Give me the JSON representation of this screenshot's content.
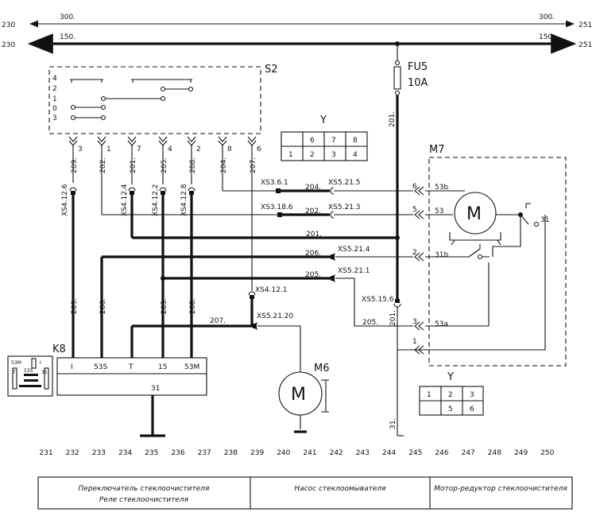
{
  "buses": {
    "top_left_num": "230",
    "top_right_num": "251",
    "wire300": "300.",
    "wire150": "150."
  },
  "switch": {
    "name": "S2",
    "positions": [
      "4",
      "2",
      "1",
      "0",
      "3"
    ],
    "pins": [
      "3",
      "1",
      "7",
      "4",
      "2",
      "8",
      "6"
    ]
  },
  "fuse": {
    "name": "FU5",
    "rating": "10A"
  },
  "connectors": {
    "xs4_12_6": "XS4.12.6",
    "xs4_12_4": "XS4.12.4",
    "xs4_12_2": "XS4.12.2",
    "xs4_12_8": "XS4.12.8",
    "xs3_6_1": "XS3.6.1",
    "xs5_21_5": "XS5.21.5",
    "xs3_18_6": "XS3.18.6",
    "xs5_21_3": "XS5.21.3",
    "xs5_21_4": "XS5.21.4",
    "xs5_21_1": "XS5.21.1",
    "xs5_15_6": "XS5.15.6",
    "xs4_12_1": "XS4.12.1",
    "xs5_21_20": "XS5.21.20"
  },
  "wires": {
    "w209": "209.",
    "w202": "202.",
    "w201": "201.",
    "w205": "205.",
    "w208": "208.",
    "w204": "204.",
    "w207": "207.",
    "w206": "206.",
    "w31": "31.",
    "w209b": "209.",
    "w206b": "206.",
    "w205b": "205.",
    "w208b": "208.",
    "w201b": "201."
  },
  "relay": {
    "name": "K8",
    "terminals": [
      "I",
      "53S",
      "T",
      "15",
      "53M"
    ],
    "ground": "31",
    "mini_labels": [
      "53M",
      "I",
      "T",
      "53S",
      "31"
    ]
  },
  "pump": {
    "name": "M6",
    "symbol": "M"
  },
  "motor": {
    "name": "M7",
    "symbol": "M",
    "pins": [
      "6",
      "5",
      "2",
      "3",
      "1"
    ],
    "terminals": [
      "53b",
      "53",
      "31b",
      "53a"
    ],
    "term31": "31"
  },
  "plug_top": {
    "key": "Y",
    "row1": [
      "6",
      "7",
      "8"
    ],
    "row2": [
      "1",
      "2",
      "3",
      "4"
    ]
  },
  "plug_bottom": {
    "key": "Y",
    "row1": [
      "1",
      "2",
      "3"
    ],
    "row2": [
      "5",
      "6"
    ]
  },
  "grid": [
    "231",
    "232",
    "233",
    "234",
    "235",
    "236",
    "237",
    "238",
    "239",
    "240",
    "241",
    "242",
    "243",
    "244",
    "245",
    "246",
    "247",
    "248",
    "249",
    "250"
  ],
  "legend": {
    "switch_label": "Переключатель стеклоочистителя",
    "relay_label": "Реле стеклоочистителя",
    "pump_label": "Насос стеклоомывателя",
    "motor_label": "Мотор-редуктор стеклоочистителя"
  }
}
